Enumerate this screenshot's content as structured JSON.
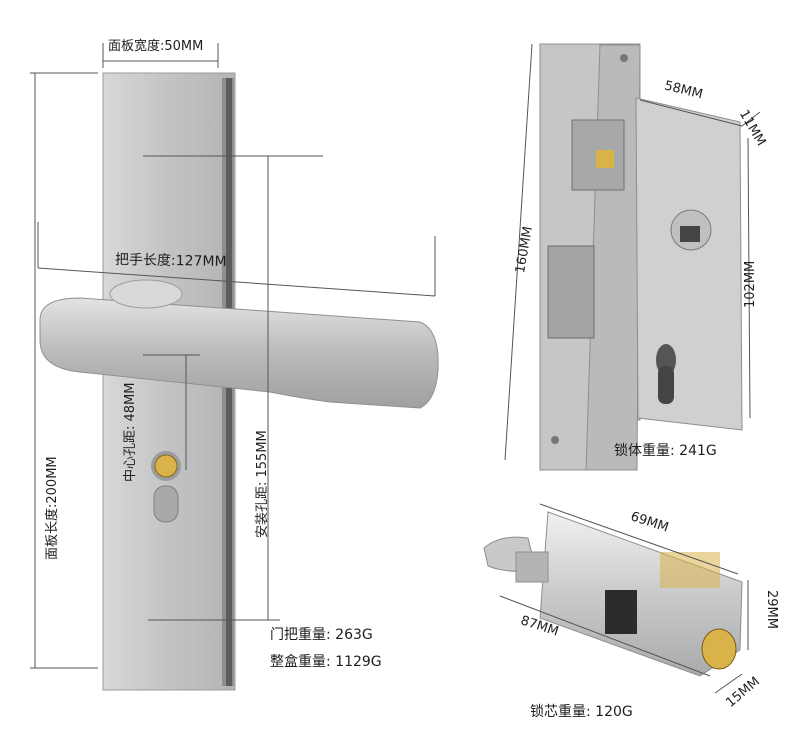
{
  "handle_set": {
    "panel_width": "面板宽度:50MM",
    "handle_length": "把手长度:127MM",
    "center_distance": "中心孔距: 48MM",
    "install_distance": "安装孔距: 155MM",
    "panel_length": "面板长度:200MM",
    "handle_weight": "门把重量: 263G",
    "box_weight": "整盒重量: 1129G"
  },
  "lock_body": {
    "width": "58MM",
    "depth": "11MM",
    "height": "160MM",
    "inner_height": "102MM",
    "weight": "锁体重量: 241G"
  },
  "lock_cylinder": {
    "length_top": "69MM",
    "length_total": "87MM",
    "height": "29MM",
    "thickness": "15MM",
    "weight": "锁芯重量: 120G"
  },
  "colors": {
    "steel": "#c4c5c7",
    "brass": "#d9b24a"
  }
}
